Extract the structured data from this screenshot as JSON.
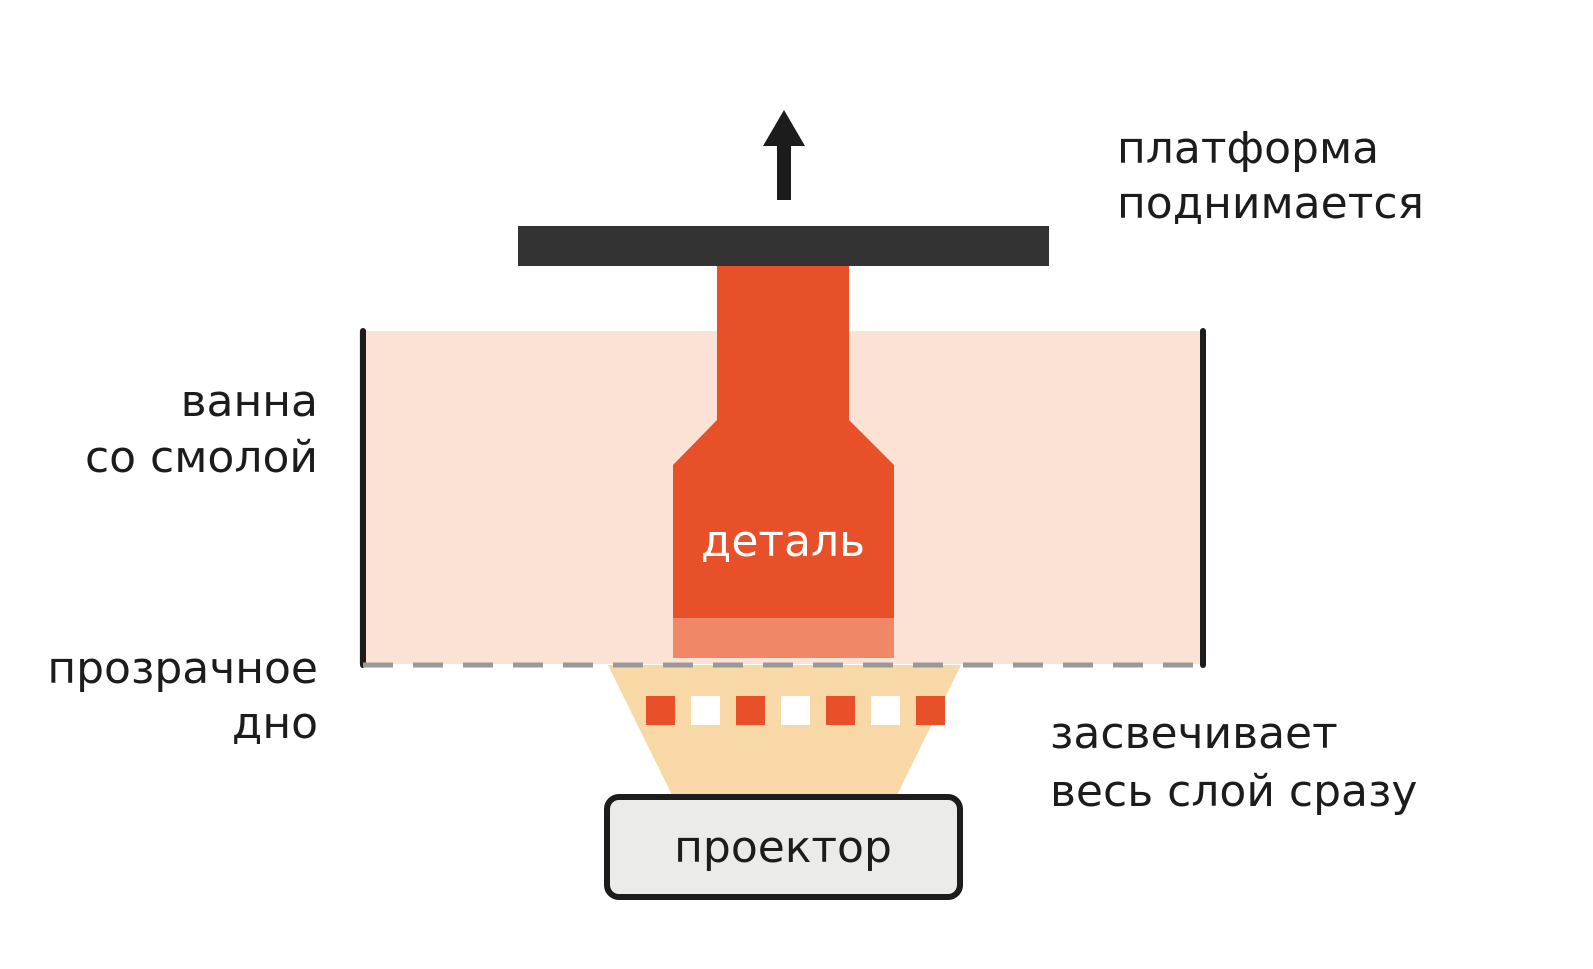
{
  "labels": {
    "platform_line1": "платформа",
    "platform_line2": "поднимается",
    "vat_line1": "ванна",
    "vat_line2": "со смолой",
    "part": "деталь",
    "bottom_line1": "прозрачное",
    "bottom_line2": "дно",
    "exposure_line1": "засвечивает",
    "exposure_line2": "весь слой сразу",
    "projector": "проектор"
  },
  "pixels": {
    "pattern": [
      "lit",
      "dark",
      "lit",
      "dark",
      "lit",
      "dark",
      "lit"
    ]
  },
  "colors": {
    "platform": "#333333",
    "part": "#e8502a",
    "current_layer": "#f08868",
    "resin": "#fbe2d4",
    "vat_wall": "#1c1c1c",
    "transparent_bottom": "#999999",
    "light_beam": "#f9d8a8",
    "pixel_lit": "#e8502a",
    "pixel_dark": "#ffffff",
    "projector_fill": "#ebebea",
    "projector_border": "#1c1c1c",
    "arrow": "#1c1c1c",
    "text": "#1c1c1c",
    "part_text": "#ffffff"
  },
  "icons": {
    "platform_direction": "arrow-up-icon"
  }
}
